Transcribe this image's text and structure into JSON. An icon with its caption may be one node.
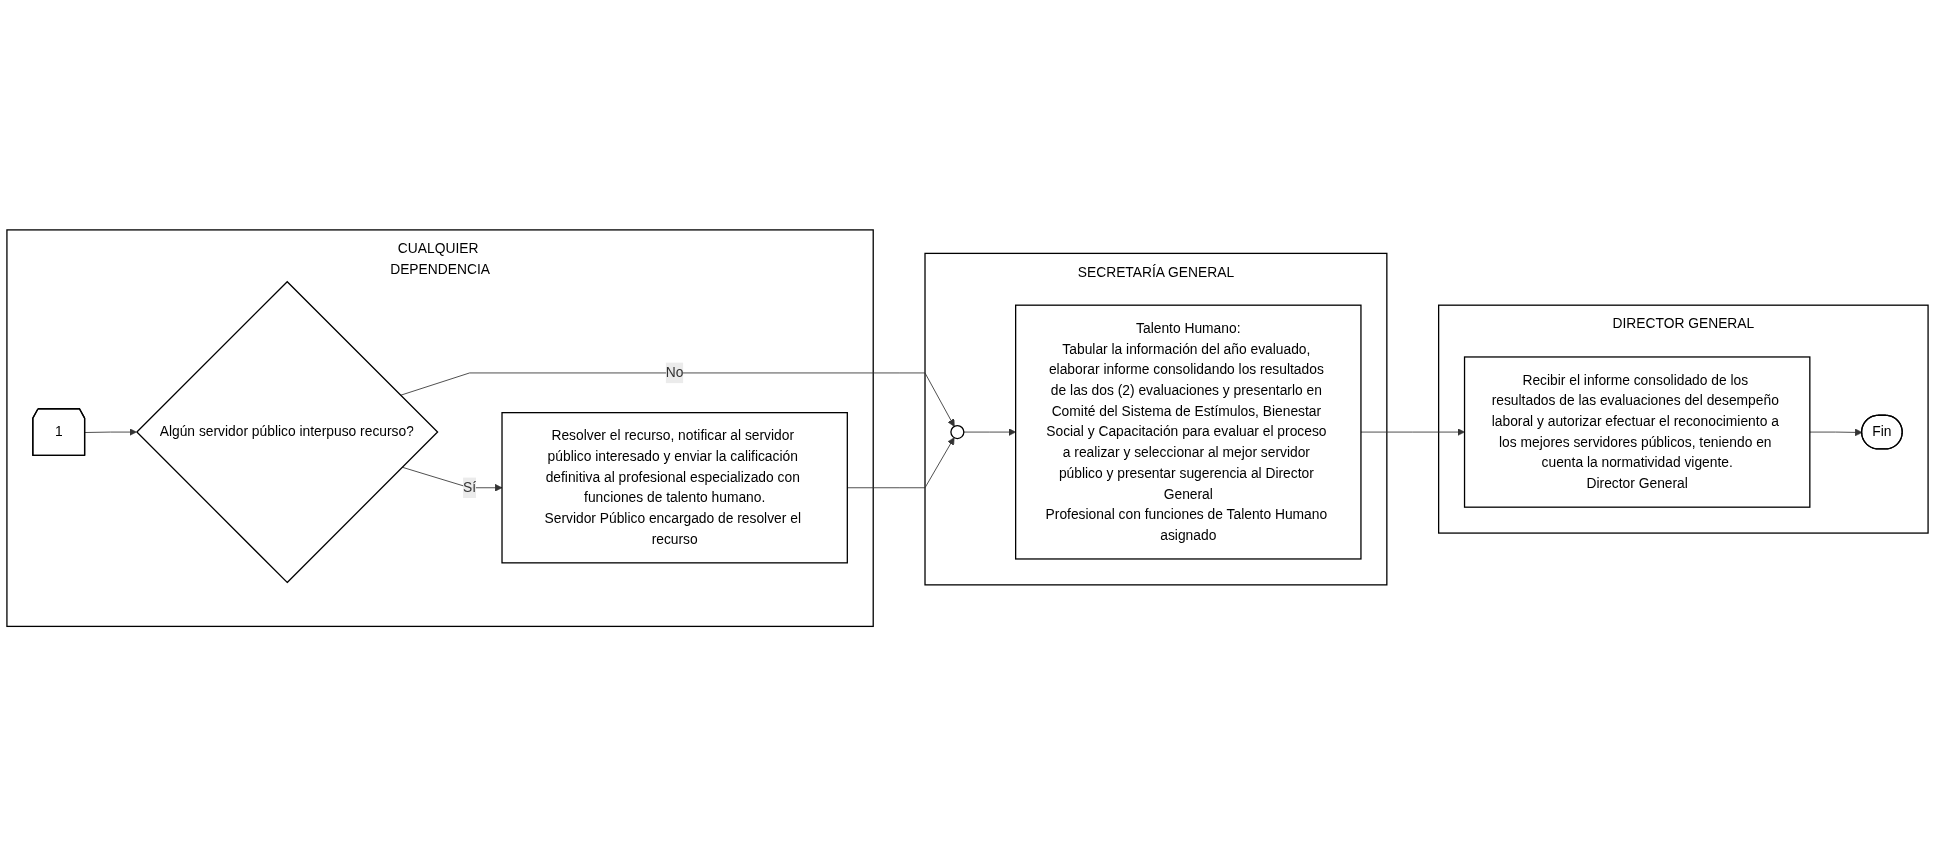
{
  "diagram": {
    "nodes": [
      {
        "text": [
          "SECRETARÍA GENERAL"
        ]
      },
      {
        "text": [
          "CUALQUIER DEPENDENCIA"
        ]
      },
      {
        "text": [
          "DIRECTOR GENERAL"
        ]
      },
      {
        "text": [
          "1"
        ],
        "in": 1
      },
      {
        "text": [
          "Algún servidor público interpuso recurso?"
        ],
        "in": 1
      },
      {
        "text": [
          "Resolver el recurso, notificar al servidor público interesado y enviar la calificación definitiva al profesional especializado con funciones de talento humano.",
          "Servidor Público encargado de resolver el recurso"
        ],
        "in": 1
      },
      {
        "text": [],
        "shape": "circle",
        "in": 0
      },
      {
        "text": [
          "Talento Humano:",
          "Tabular la información del año evaluado, elaborar informe consolidando los resultados de las dos (2) evaluaciones y presentarlo en Comité del Sistema de Estímulos, Bienestar Social y Capacitación para evaluar el proceso a realizar y seleccionar al mejor servidor público y presentar sugerencia al Director General",
          "Profesional con funciones de Talento Humano asignado"
        ],
        "in": 0
      },
      {
        "text": [
          "Recibir el informe consolidado de los resultados de las evaluaciones del desempeño laboral y autorizar efectuar el reconocimiento a los mejores servidores públicos, teniendo en cuenta la normatividad vigente.",
          "Director General"
        ],
        "in": 2
      },
      {
        "text": [
          "Fin"
        ],
        "in": 2
      }
    ],
    "edges": [
      {
        "from": 3,
        "to": 4,
        "arrow": "to"
      },
      {
        "from": 4,
        "to": 6,
        "arrow": "to",
        "label": "No"
      },
      {
        "from": 4,
        "to": 5,
        "arrow": "to",
        "label": "Sí"
      },
      {
        "from": 5,
        "to": 6,
        "arrow": "to"
      },
      {
        "from": 6,
        "to": 7,
        "arrow": "to"
      },
      {
        "from": 7,
        "to": 8,
        "arrow": "to"
      },
      {
        "from": 8,
        "to": 9,
        "arrow": "to"
      }
    ]
  }
}
